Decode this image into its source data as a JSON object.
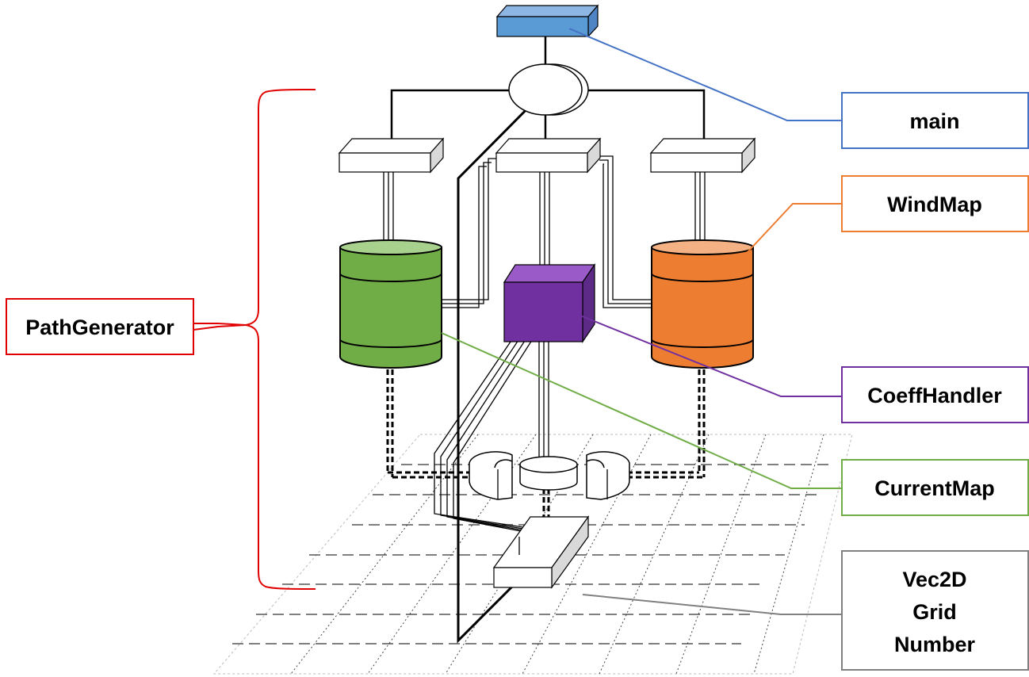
{
  "labels": {
    "main": "main",
    "windmap": "WindMap",
    "coeffhandler": "CoeffHandler",
    "currentmap": "CurrentMap",
    "vec2d_lines": [
      "Vec2D",
      "Grid",
      "Number"
    ],
    "pathgenerator": "PathGenerator"
  },
  "colors": {
    "main": "#4472c4",
    "main_fill": "#5b9bd5",
    "windmap": "#ed7d31",
    "coeffhandler": "#7030a0",
    "currentmap": "#70ad47",
    "vec2d": "#808080",
    "pathgenerator": "#e00000"
  }
}
